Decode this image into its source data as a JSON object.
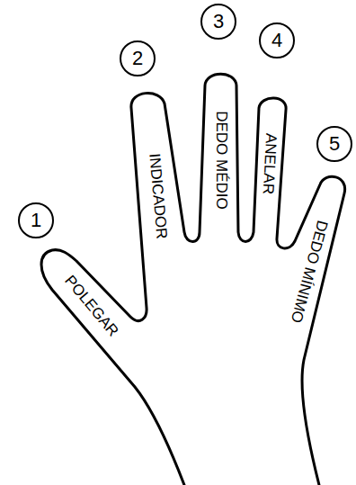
{
  "diagram": {
    "nodes": [
      {
        "text": [
          "1"
        ]
      },
      {
        "text": [
          "2"
        ]
      },
      {
        "text": [
          "3"
        ]
      },
      {
        "text": [
          "4"
        ]
      },
      {
        "text": [
          "5"
        ]
      }
    ],
    "labels": [
      "POLEGAR",
      "INDICADOR",
      "DEDO MÉDIO",
      "ANELAR",
      "DEDO MÍNIMO"
    ]
  }
}
